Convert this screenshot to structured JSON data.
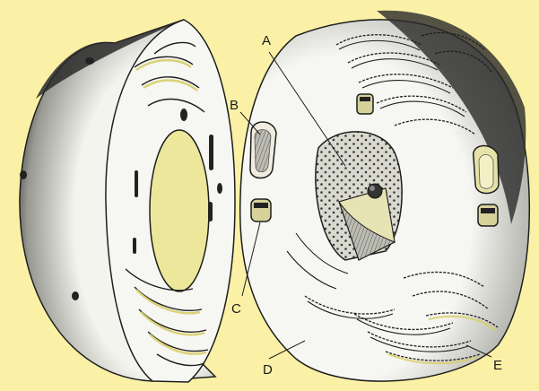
{
  "diagram": {
    "labels": {
      "a": "A",
      "b": "B",
      "c": "C",
      "d": "D",
      "e": "E"
    }
  },
  "colors": {
    "background": "#fbf1a6",
    "cell_body": "#f6f6f2",
    "outer_shading": "#2a2a2a",
    "organelle_fill": "#e9e8dc",
    "yellow_tint": "#ece79a",
    "stroke": "#1e1e1e"
  }
}
